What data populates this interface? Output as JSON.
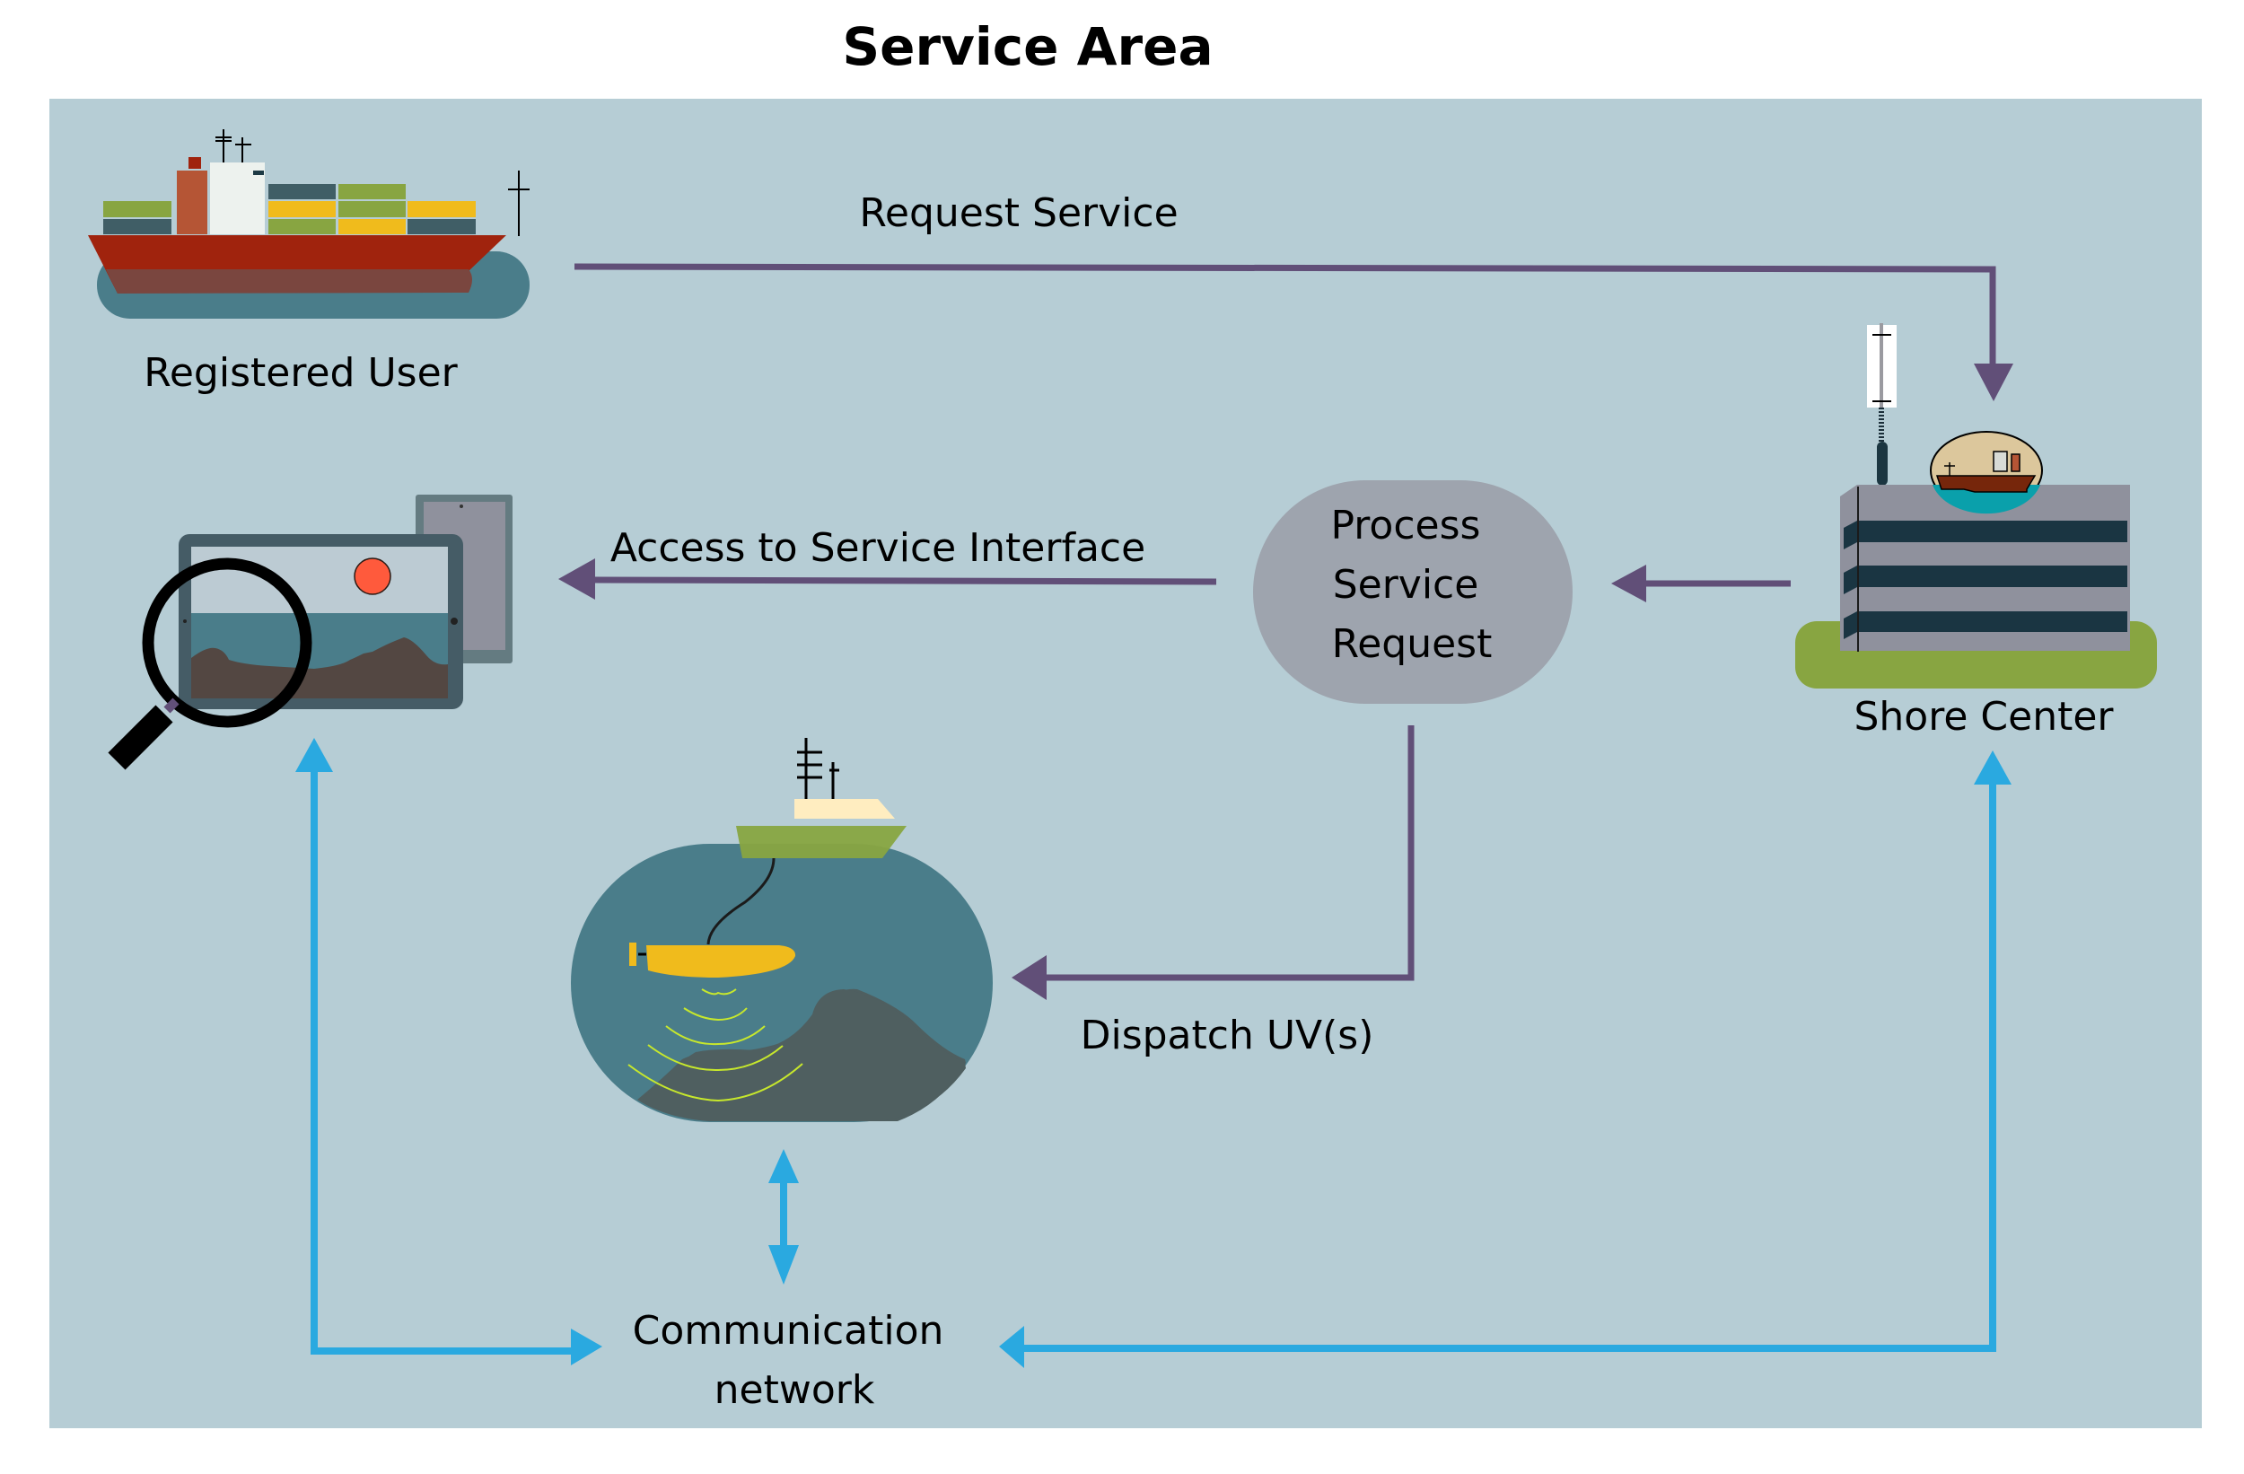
{
  "title": "Service Area",
  "colors": {
    "panel_background": "#b6cdd5",
    "service_flow_arrow": "#614f78",
    "communication_arrow": "#2aa9e0",
    "process_node_fill": "#9ea4ae"
  },
  "nodes": {
    "registered_user": {
      "label": "Registered User",
      "icon": "cargo-ship-icon"
    },
    "shore_center": {
      "label": "Shore Center",
      "icon": "shore-building-icon"
    },
    "process": {
      "lines": [
        "Process",
        "Service",
        "Request"
      ]
    },
    "service_interface": {
      "icon": "tablet-magnifier-icon"
    },
    "uv_operation": {
      "icon": "underwater-vehicle-scene-icon"
    },
    "communication_network": {
      "lines": [
        "Communication",
        "network"
      ]
    }
  },
  "edges": {
    "request_service": {
      "label": "Request Service",
      "from": "Registered User",
      "to": "Shore Center"
    },
    "shore_to_process": {
      "label": "",
      "from": "Shore Center",
      "to": "Process Service Request"
    },
    "access_interface": {
      "label": "Access to Service Interface",
      "from": "Process Service Request",
      "to": "Service Interface"
    },
    "dispatch_uv": {
      "label": "Dispatch UV(s)",
      "from": "Process Service Request",
      "to": "UV Operation"
    },
    "comm_interface": {
      "label": "",
      "from": "Service Interface",
      "to": "Communication network"
    },
    "comm_uv": {
      "label": "",
      "from": "UV Operation",
      "to": "Communication network"
    },
    "comm_shore": {
      "label": "",
      "from": "Shore Center",
      "to": "Communication network"
    }
  }
}
